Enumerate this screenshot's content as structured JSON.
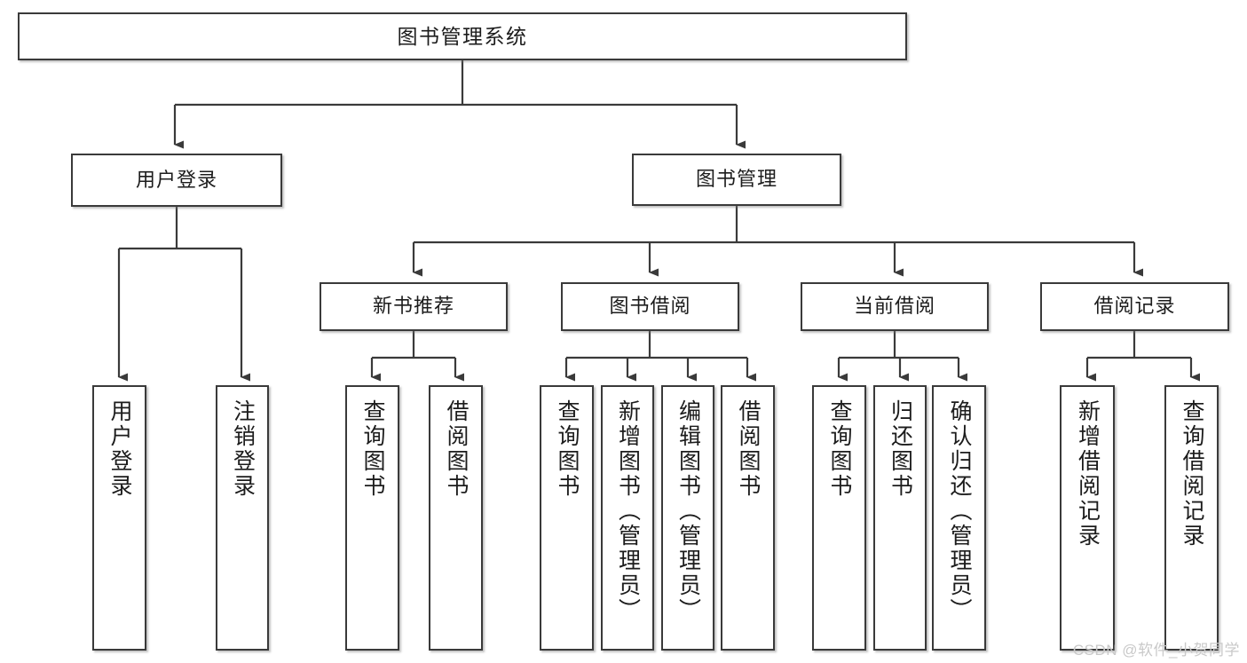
{
  "diagram": {
    "title": "图书管理系统",
    "type": "功能结构图",
    "stroke_color": "#3a3a3a",
    "node_fill": "#ffffff",
    "background": "#ffffff",
    "watermark": "CSDN @软件_小贺同学"
  },
  "nodes": {
    "root": {
      "label": "图书管理系统"
    },
    "level1": [
      {
        "label": "用户登录"
      },
      {
        "label": "图书管理"
      }
    ],
    "level2": [
      {
        "label": "新书推荐"
      },
      {
        "label": "图书借阅"
      },
      {
        "label": "当前借阅"
      },
      {
        "label": "借阅记录"
      }
    ],
    "leaves": {
      "user_login": [
        {
          "label": "用户登录"
        },
        {
          "label": "注销登录"
        }
      ],
      "new_book": [
        {
          "label": "查询图书"
        },
        {
          "label": "借阅图书"
        }
      ],
      "book_borrow": [
        {
          "label": "查询图书"
        },
        {
          "label": "新增图书（管理员）"
        },
        {
          "label": "编辑图书（管理员）"
        },
        {
          "label": "借阅图书"
        }
      ],
      "current_borrow": [
        {
          "label": "查询图书"
        },
        {
          "label": "归还图书"
        },
        {
          "label": "确认归还（管理员）"
        }
      ],
      "borrow_record": [
        {
          "label": "新增借阅记录"
        },
        {
          "label": "查询借阅记录"
        }
      ]
    }
  }
}
